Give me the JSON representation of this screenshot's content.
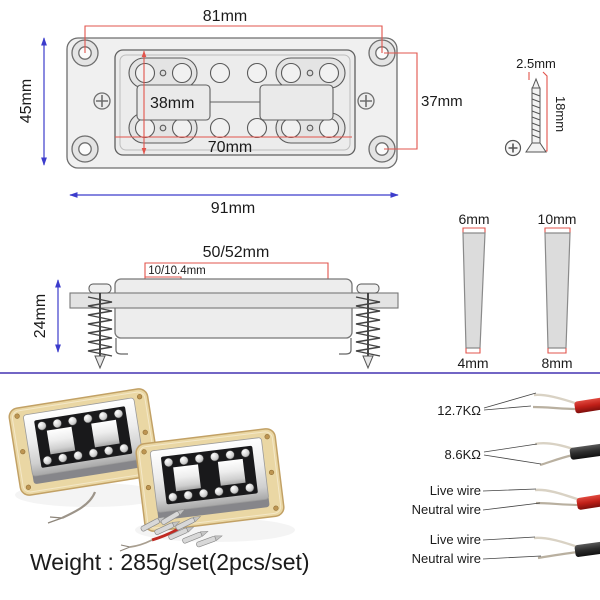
{
  "colors": {
    "dim_red": "#e2544c",
    "dim_blue": "#3c3ccc",
    "divider_purple": "#7265c5",
    "ring_cream": "#ead7a4",
    "wire_red": "#c02a22",
    "wire_black": "#2a2a2a"
  },
  "top_view": {
    "dim_width_between_screws": "81mm",
    "dim_height_overall": "45mm",
    "dim_cover_height": "38mm",
    "dim_screw_spacing_vertical": "37mm",
    "dim_cover_width": "70mm",
    "dim_width_overall": "91mm"
  },
  "mount_screw": {
    "dim_diameter": "2.5mm",
    "dim_length": "18mm"
  },
  "side_view": {
    "dim_spacing_large": "50/52mm",
    "dim_spacing_small": "10/10.4mm",
    "dim_height": "24mm"
  },
  "shims": {
    "small_top": "6mm",
    "small_bottom": "4mm",
    "large_top": "10mm",
    "large_bottom": "8mm"
  },
  "photo": {
    "weight": "Weight : 285g/set(2pcs/set)"
  },
  "wiring": {
    "resistance_1": "12.7KΩ",
    "resistance_2": "8.6KΩ",
    "live_1": "Live wire",
    "neutral_1": "Neutral wire",
    "live_2": "Live wire",
    "neutral_2": "Neutral wire"
  }
}
